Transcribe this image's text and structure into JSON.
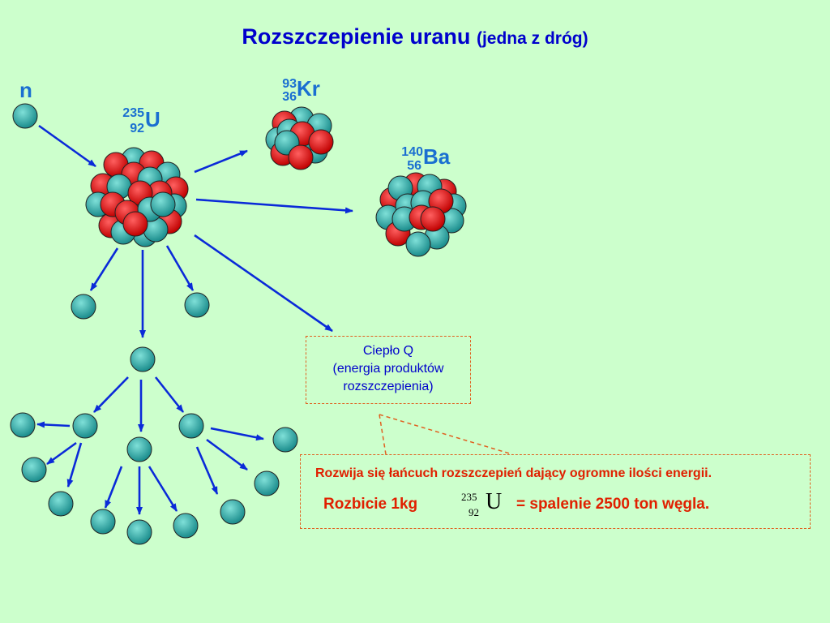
{
  "title": {
    "main": "Rozszczepienie uranu",
    "sub": "(jedna z dróg)"
  },
  "neutron": {
    "symbol": "n"
  },
  "uranium": {
    "mass": "235",
    "atomic": "92",
    "symbol": "U"
  },
  "krypton": {
    "mass": "93",
    "atomic": "36",
    "symbol": "Kr"
  },
  "barium": {
    "mass": "140",
    "atomic": "56",
    "symbol": "Ba"
  },
  "heat_box": {
    "line1": "Ciepło Q",
    "line2": "(energia produktów",
    "line3": "rozszczepienia)"
  },
  "chain_box": {
    "text": "Rozwija się łańcuch rozszczepień dający ogromne ilości energii.",
    "left": "Rozbicie 1kg",
    "u_mass": "235",
    "u_atomic": "92",
    "u_symbol": "U",
    "right": "=  spalenie  2500  ton  węgla."
  },
  "colors": {
    "proton": "#dd1010",
    "neutron": "#2aa0a0",
    "arrow": "#0a2ad8",
    "title": "#0000cc",
    "label": "#1a6fd1",
    "accent": "#e02000",
    "background": "#ccffcc"
  }
}
